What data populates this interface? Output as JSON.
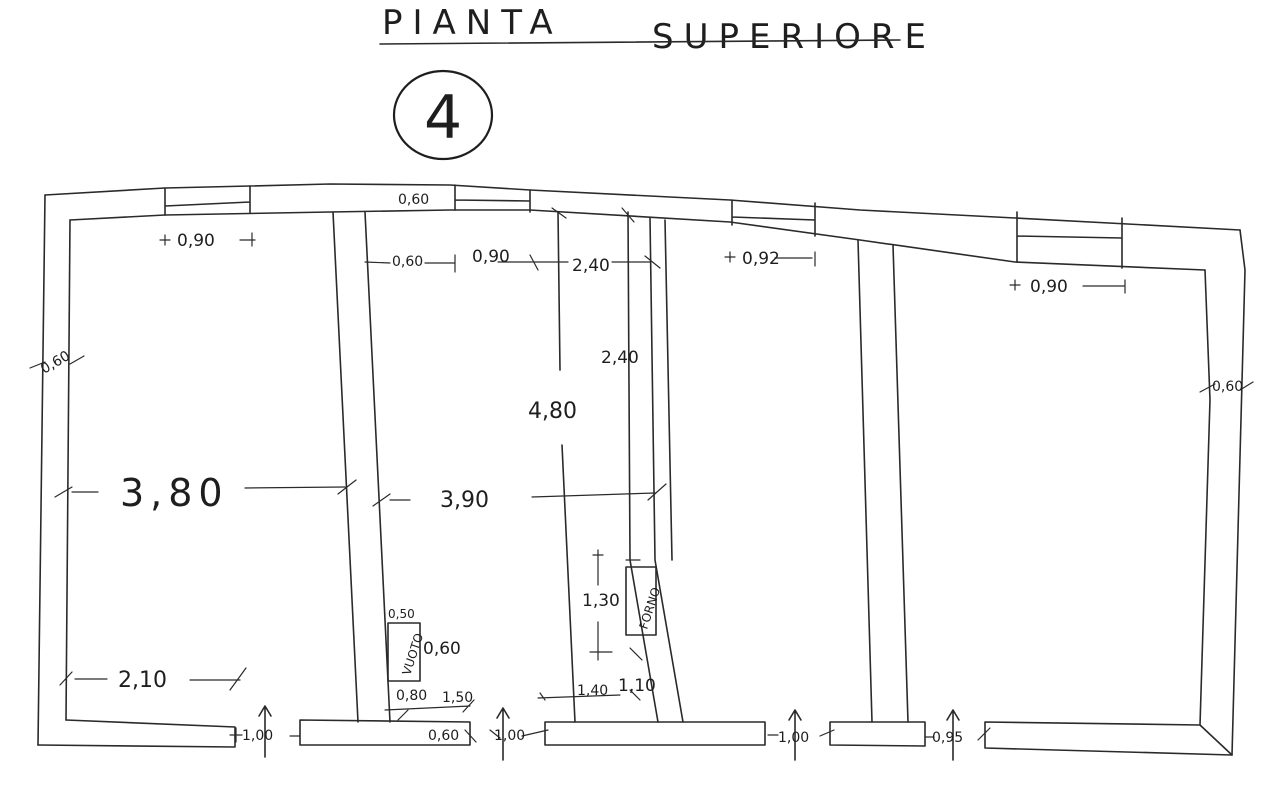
{
  "title": {
    "part1": "PIANTA",
    "part2": "SUPERIORE"
  },
  "plan_number": "4",
  "labels": {
    "windows": {
      "w1": "0,90",
      "w2": "0,60",
      "w3": "0,90",
      "w4": "0,92",
      "w5": "0,90"
    },
    "top_row": {
      "d060": "0,60",
      "d240": "2,40"
    },
    "wall_thickness": {
      "left": "0,60",
      "right": "0,60"
    },
    "vertical": {
      "d240": "2,40",
      "d480": "4,80",
      "d130": "1,30"
    },
    "rooms": {
      "room1_width": "3,80",
      "room2_width": "3,90"
    },
    "bottom": {
      "d210": "2,10",
      "d050": "0,50",
      "d060_box": "0,60",
      "d080": "0,80",
      "d150": "1,50",
      "d060_bottom": "0,60",
      "d140": "1,40",
      "d110": "1,10"
    },
    "doors": {
      "door1": "1,00",
      "door2": "1,00",
      "door3": "1,00",
      "door4": "0,95"
    },
    "fixtures": {
      "vuoto": "VUOTO",
      "forno": "FORNO"
    }
  }
}
